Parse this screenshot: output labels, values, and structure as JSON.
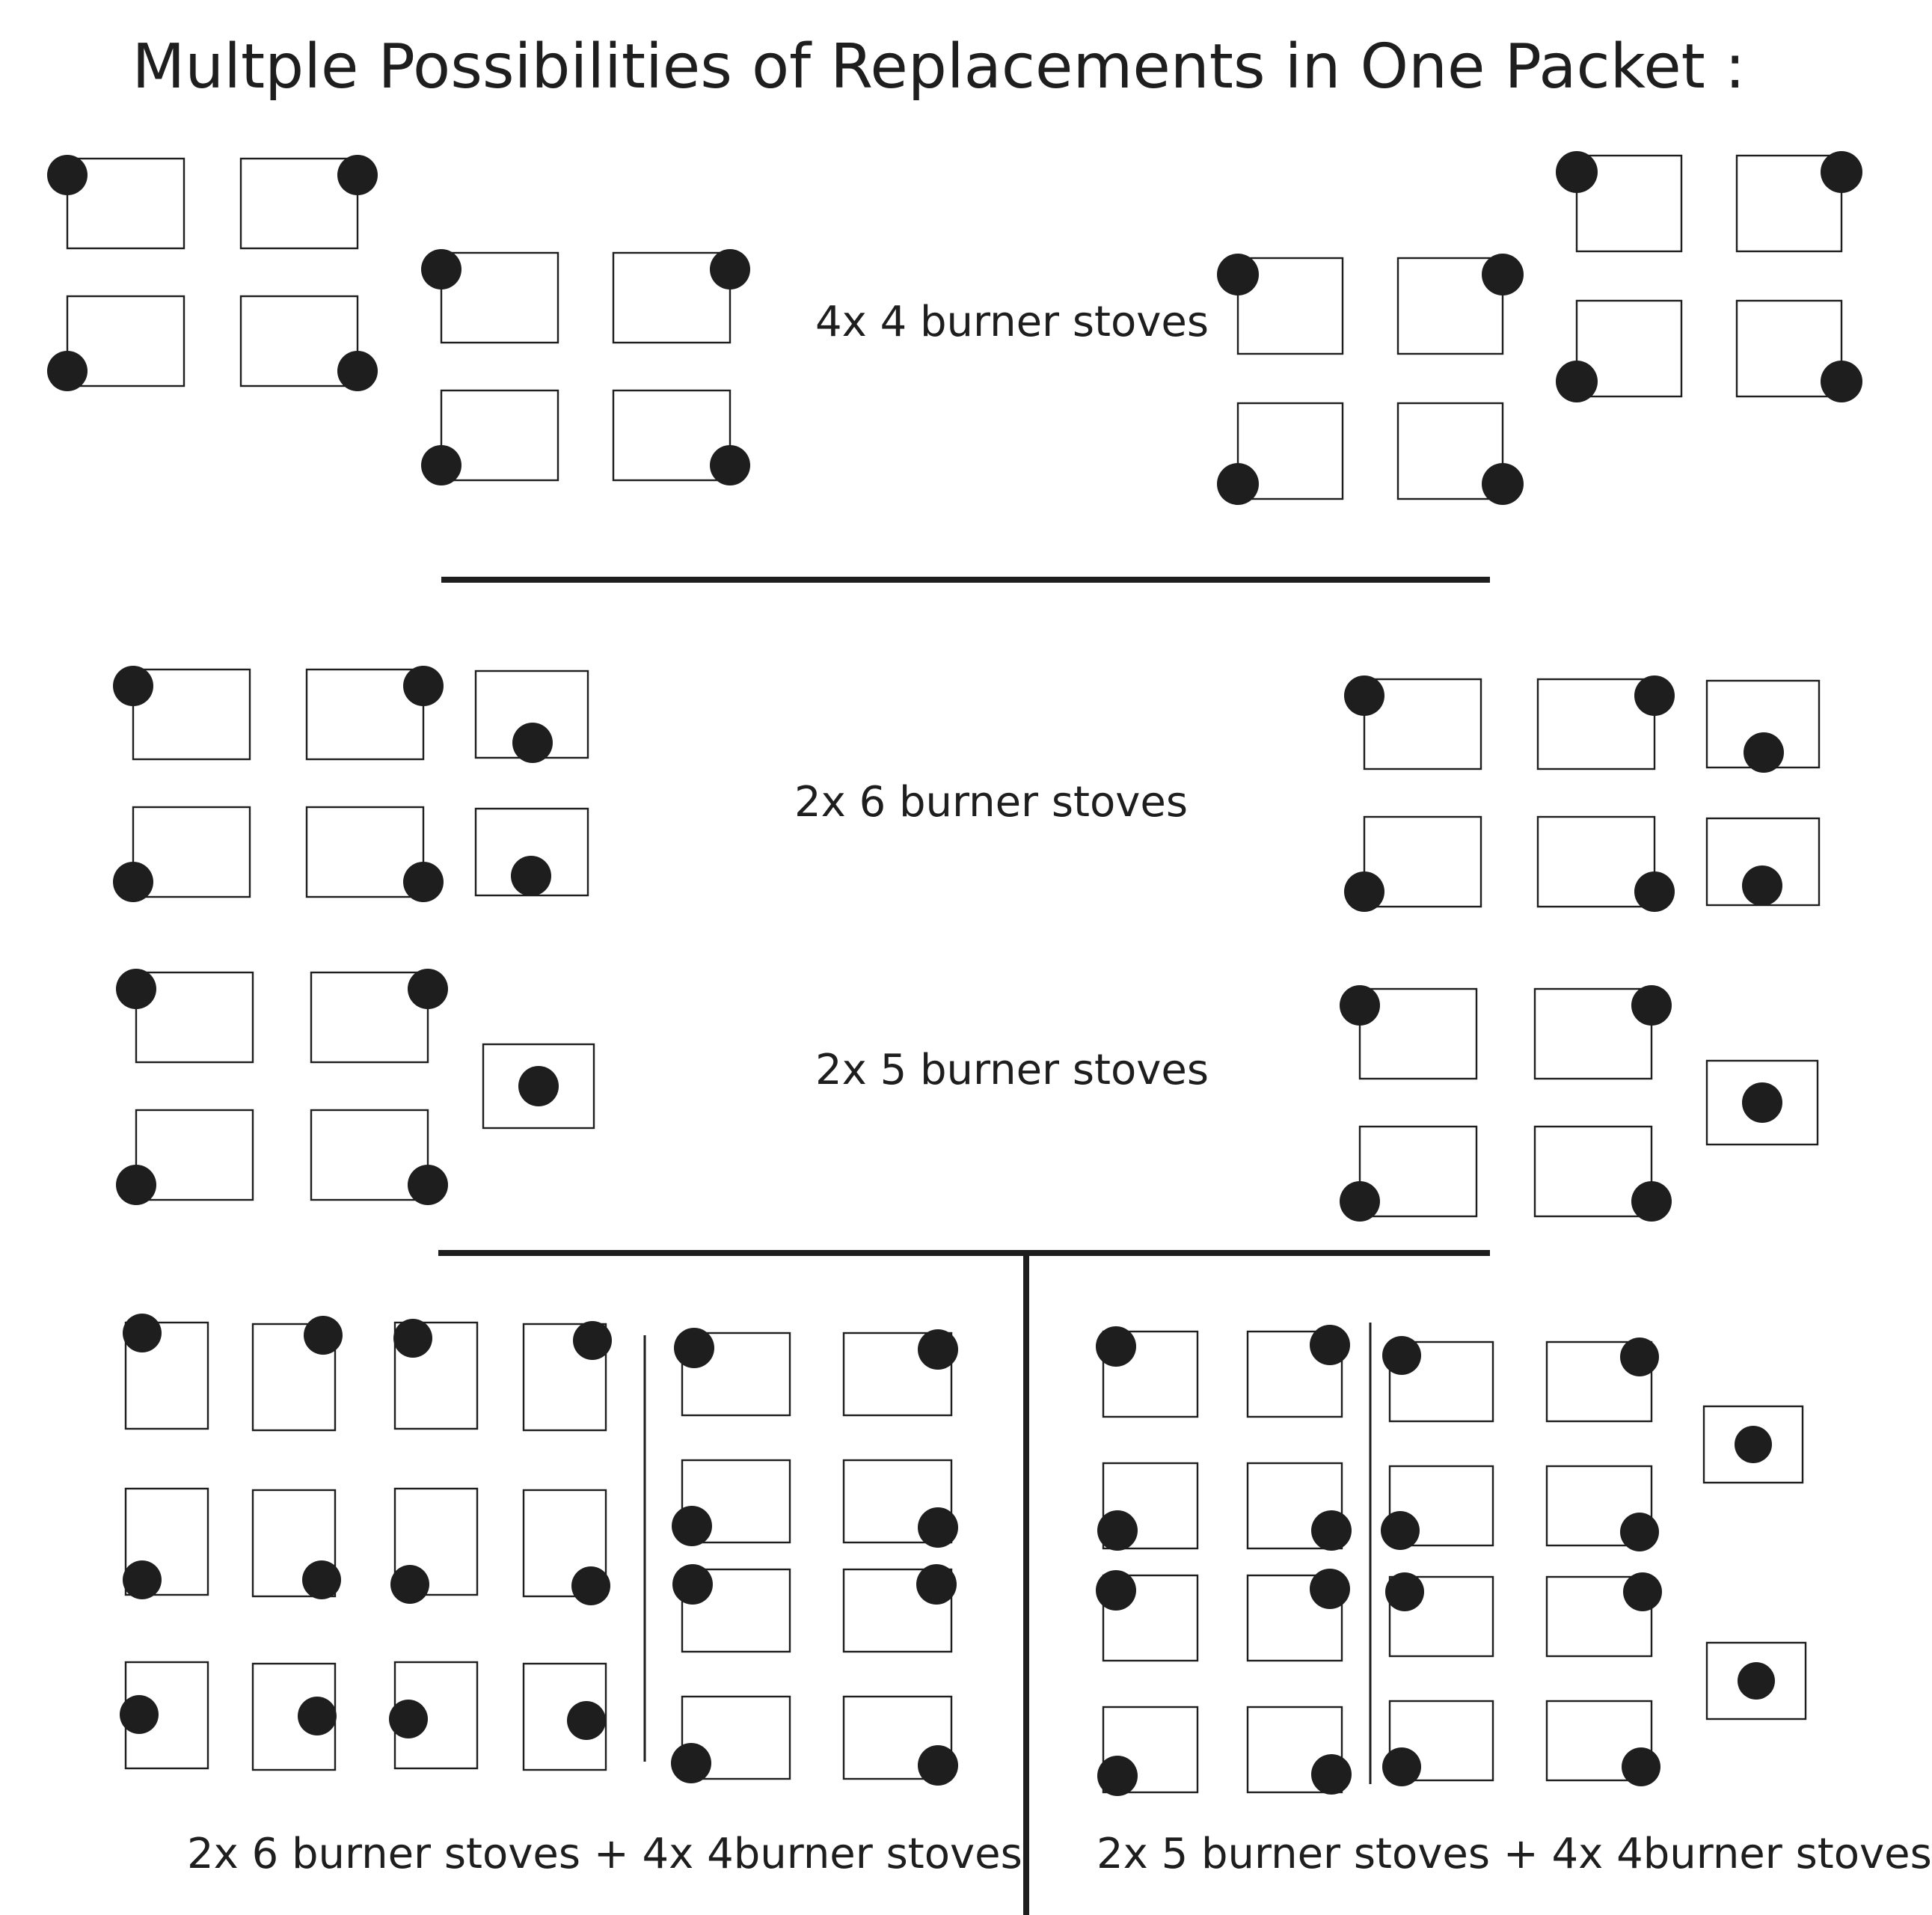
{
  "title": "Multple Possibilities of Replacements in One Packet :",
  "sections": {
    "four_burner": "4x 4 burner stoves",
    "six_burner": "2x 6 burner stoves",
    "five_burner": "2x 5 burner stoves",
    "six_plus_four": "2x 6 burner stoves + 4x 4burner stoves",
    "five_plus_four": "2x 5 burner stoves + 4x 4burner stoves"
  },
  "colors": {
    "line": "#1e1e1e",
    "knob": "#1e1e1e",
    "background": "#ffffff"
  }
}
